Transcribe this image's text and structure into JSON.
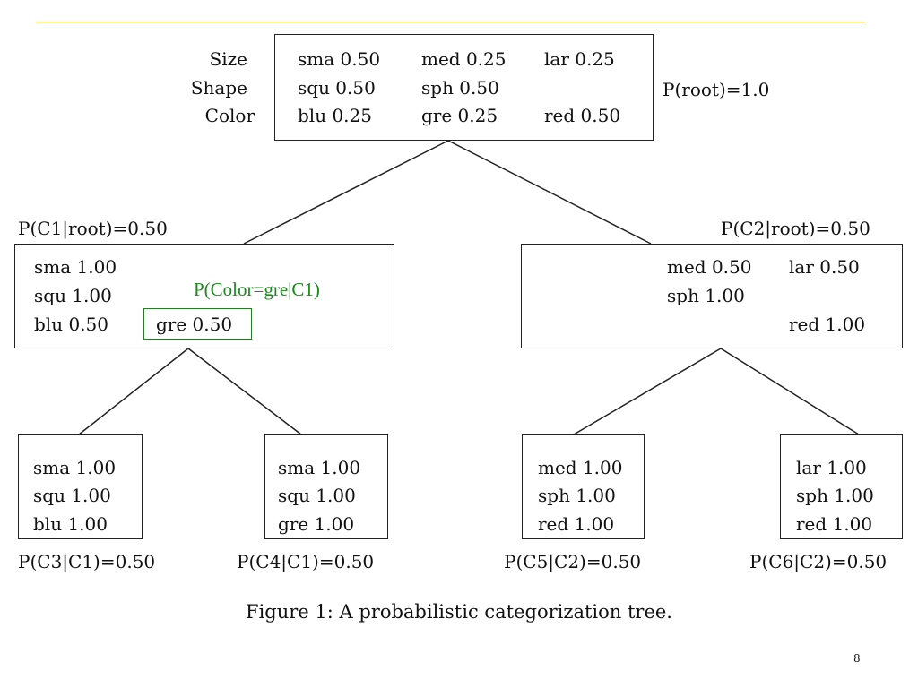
{
  "root": {
    "labels": {
      "size": "Size",
      "shape": "Shape",
      "color": "Color"
    },
    "size": [
      "sma 0.50",
      "med 0.25",
      "lar 0.25"
    ],
    "shape": [
      "squ 0.50",
      "sph 0.50"
    ],
    "color": [
      "blu 0.25",
      "gre 0.25",
      "red 0.50"
    ],
    "prob": "P(root)=1.0"
  },
  "c1": {
    "prob": "P(C1|root)=0.50",
    "size": "sma 1.00",
    "shape": "squ 1.00",
    "color1": "blu 0.50",
    "color2": "gre 0.50",
    "annotation": "P(Color=gre|C1)",
    "annotation_color": "#1a8a1a"
  },
  "c2": {
    "prob": "P(C2|root)=0.50",
    "size1": "med 0.50",
    "size2": "lar 0.50",
    "shape": "sph 1.00",
    "color": "red 1.00"
  },
  "c3": {
    "lines": [
      "sma 1.00",
      "squ 1.00",
      "blu 1.00"
    ],
    "prob": "P(C3|C1)=0.50"
  },
  "c4": {
    "lines": [
      "sma 1.00",
      "squ 1.00",
      "gre 1.00"
    ],
    "prob": "P(C4|C1)=0.50"
  },
  "c5": {
    "lines": [
      "med 1.00",
      "sph 1.00",
      "red 1.00"
    ],
    "prob": "P(C5|C2)=0.50"
  },
  "c6": {
    "lines": [
      "lar 1.00",
      "sph 1.00",
      "red 1.00"
    ],
    "prob": "P(C6|C2)=0.50"
  },
  "caption": "Figure 1: A probabilistic categorization tree.",
  "page_number": "8",
  "accent_color": "#e39b1c"
}
